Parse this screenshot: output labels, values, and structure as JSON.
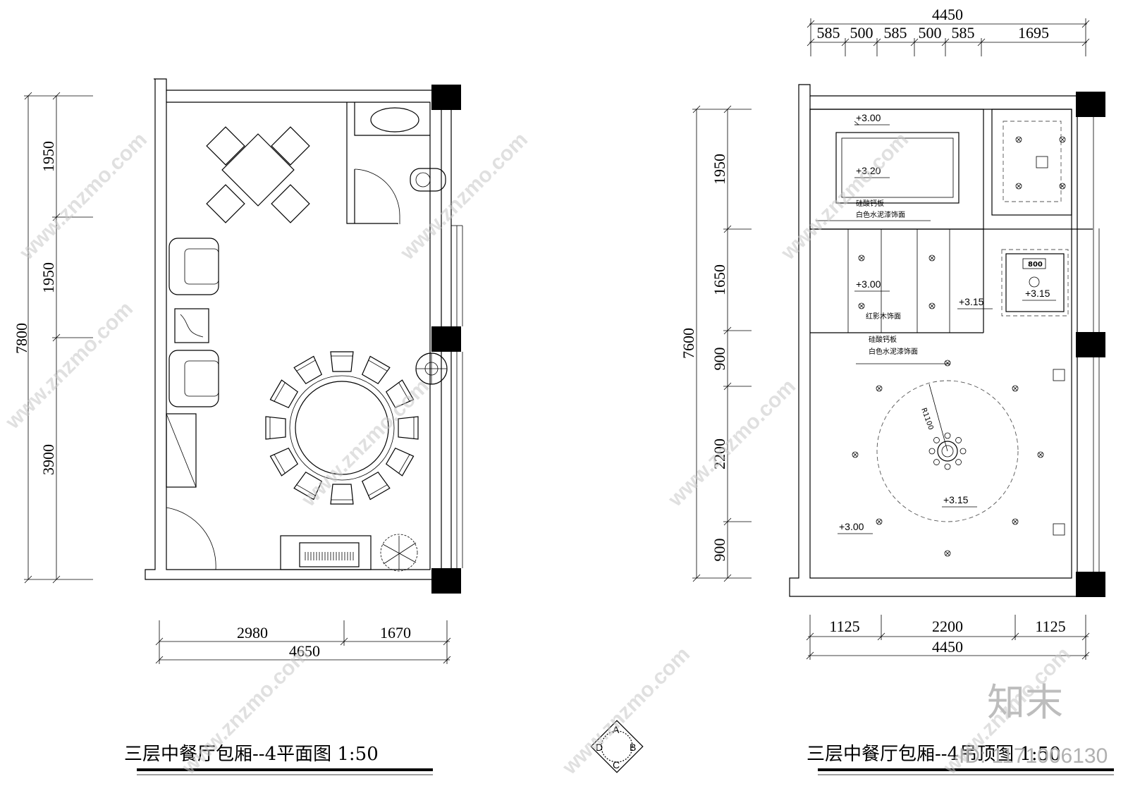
{
  "plan": {
    "title": "三层中餐厅包厢--4平面图 1:50",
    "dims_left": [
      "1950",
      "1950",
      "3900"
    ],
    "dim_total_left": "7800",
    "dims_bottom": [
      "2980",
      "1670"
    ],
    "dim_total_bottom": "4650"
  },
  "ceiling": {
    "title": "三层中餐厅包厢--4吊顶图 1:50",
    "dims_top": [
      "585",
      "500",
      "585",
      "500",
      "585",
      "1695"
    ],
    "dim_total_top": "4450",
    "dims_left": [
      "1950",
      "1650",
      "900",
      "2200",
      "900"
    ],
    "dim_total_left": "7600",
    "dims_bottom": [
      "1125",
      "2200",
      "1125"
    ],
    "dim_total_bottom": "4450",
    "levels": [
      "+3.00",
      "+3.20",
      "+3.00",
      "+3.15",
      "+3.15",
      "+3.15",
      "+3.00"
    ],
    "notes": [
      "硅酸钙板",
      "白色水泥漆饰面",
      "红影木饰面",
      "硅酸钙板",
      "白色水泥漆饰面"
    ],
    "box_label": "800",
    "radius_label": "R1100"
  },
  "compass": {
    "letters": [
      "A",
      "B",
      "C",
      "D"
    ]
  },
  "watermark": {
    "text": "www.znzmo.com",
    "brand": "知末",
    "id": "ID: 1171006130"
  }
}
